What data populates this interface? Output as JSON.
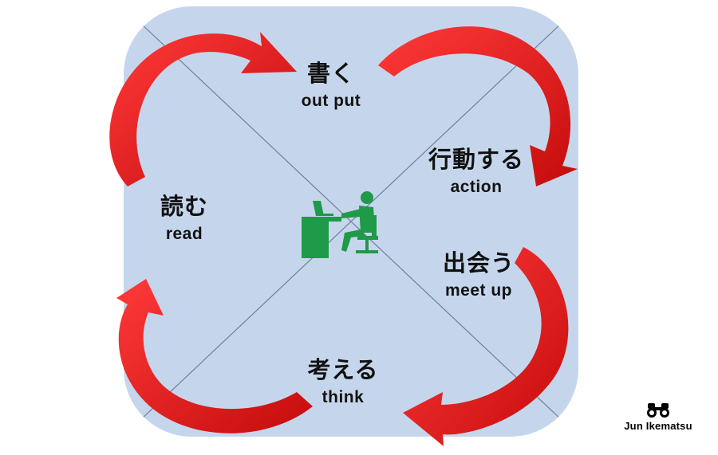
{
  "diagram": {
    "nodes": [
      {
        "id": "write",
        "jp": "書く",
        "en": "out put"
      },
      {
        "id": "action",
        "jp": "行動する",
        "en": "action"
      },
      {
        "id": "meet",
        "jp": "出会う",
        "en": "meet up"
      },
      {
        "id": "think",
        "jp": "考える",
        "en": "think"
      },
      {
        "id": "read",
        "jp": "読む",
        "en": "read"
      }
    ],
    "center_icon": "person-at-desk-icon",
    "colors": {
      "background_panel": "#c5d6ec",
      "arrows": "#e01616",
      "center_figure": "#1f9a48",
      "diagonal_lines": "#6f7f98"
    }
  },
  "brand": {
    "name": "Jun Ikematsu",
    "icon": "binoculars-icon"
  }
}
